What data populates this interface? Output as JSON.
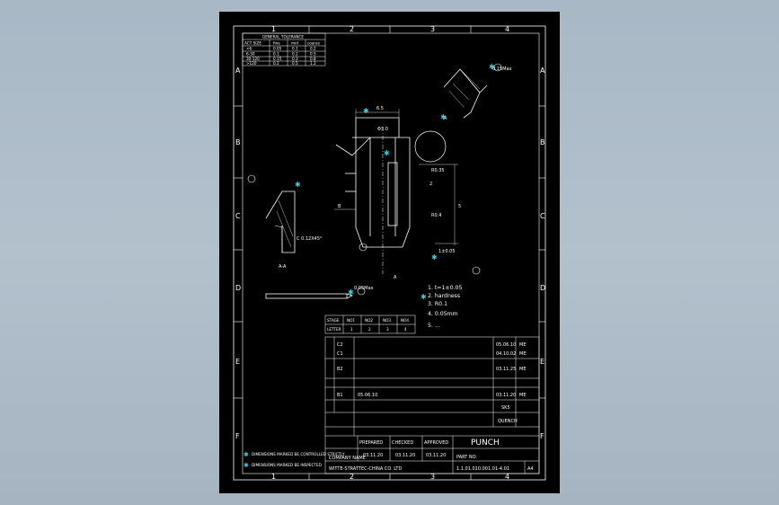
{
  "colors": {
    "viewport_bg": "#a9b8c6",
    "sheet_bg": "#000000",
    "line": "#ffffff",
    "accent": "#2fd0e8"
  },
  "sheet": {
    "columns_top": [
      "1",
      "2",
      "3",
      "4"
    ],
    "columns_bottom": [
      "1",
      "2",
      "3",
      "4"
    ],
    "rows_left": [
      "A",
      "B",
      "C",
      "D",
      "E",
      "F"
    ],
    "rows_right": [
      "A",
      "B",
      "C",
      "D",
      "E",
      "F"
    ],
    "paper_size": "A4"
  },
  "tolerance_table": {
    "title": "GENERAL TOLERANCE",
    "headers": [
      "ACT SIZE",
      "fine",
      "mid",
      "coarse"
    ],
    "rows": [
      [
        "<6",
        "0.05",
        "0.1",
        "0.2"
      ],
      [
        "6-30",
        "0.1",
        "0.2",
        "0.5"
      ],
      [
        "30-120",
        "0.15",
        "0.3",
        "0.8"
      ],
      [
        ">120",
        "0.2",
        "0.5",
        "1.2"
      ]
    ]
  },
  "drawing": {
    "label_section": "A-A",
    "label_a1": "A",
    "label_a2": "A",
    "chamfer_note": "C 0.12X45°",
    "dim_height": "6.5",
    "dim_len1": "R0.35",
    "dim_len2": "R0.4",
    "dim_5": "5",
    "dim_1": "1±0.05",
    "dim_phi": "Φ3.0",
    "note_a1": "A",
    "edge_note": "0.05Max",
    "tip_note": "0.15Max",
    "dim_b": "B",
    "dim_2": "2"
  },
  "notes": {
    "items": [
      "1. t=1±0.05",
      "2. hardness",
      "3. R0.1",
      "4. 0.05mm",
      "5. ..."
    ]
  },
  "rev_block": {
    "headers": [
      "STAGE",
      "NO1",
      "NO2",
      "NO3",
      "NO4"
    ],
    "row": [
      "LETTER",
      "1",
      "2",
      "3",
      "4"
    ]
  },
  "title_block": {
    "rev_rows": [
      {
        "rev": "C2",
        "date": "05.06.10",
        "sign": "ME"
      },
      {
        "rev": "C1",
        "date": "04.10.02",
        "sign": "ME"
      },
      {
        "rev": "B2",
        "date": "03.11.25",
        "sign": "ME"
      },
      {
        "rev": "B1",
        "date": "03.11.20",
        "sign": "ME"
      }
    ],
    "mid_date": "05.06.10",
    "material": "SK5",
    "finish": "QUENCH",
    "names": [
      "PREPARED",
      "CHECKED",
      "APPROVED"
    ],
    "dates": [
      "03.11.20",
      "03.11.20",
      "03.11.20"
    ],
    "part_title": "PUNCH",
    "part_no_label": "PART NO.",
    "part_no": "1.1.01.010.001.01-4.01",
    "company_cn": "COMPANY NAME",
    "company_en": "WITTE-STRATTEC-CHINA CO. LTD",
    "scale": "A4",
    "flag1": "DIMENSIONS MARKED BE CONTROLLED STRICTLY",
    "flag2": "DIMENSIONS MARKED BE INSPECTED"
  }
}
